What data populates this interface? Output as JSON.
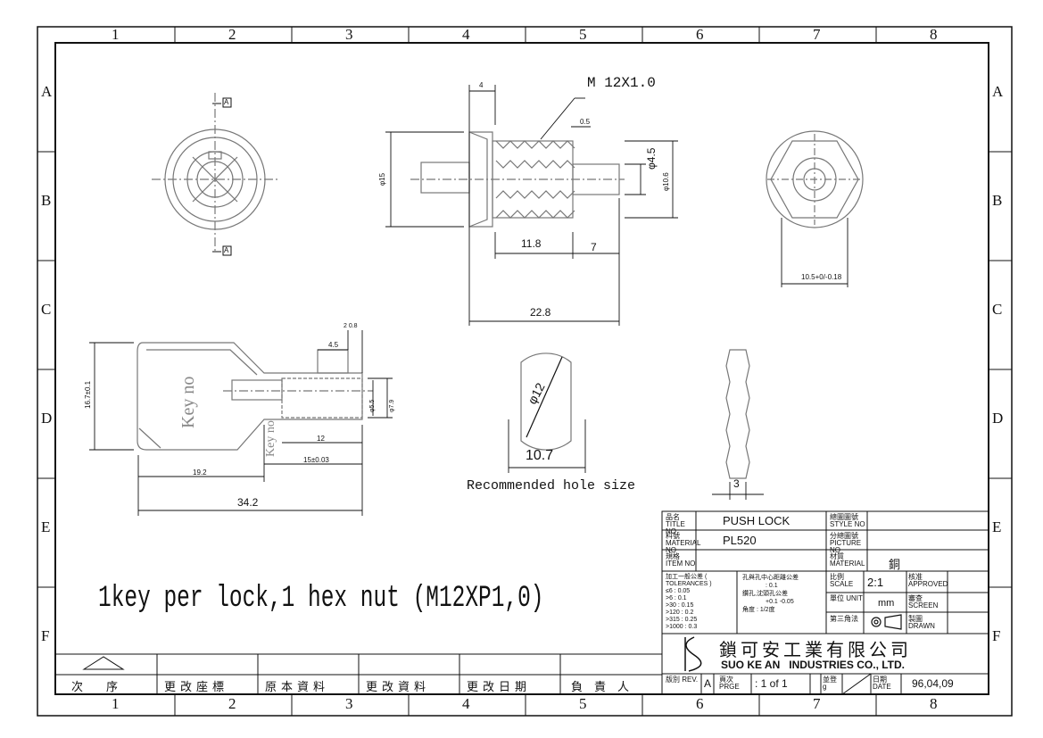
{
  "frame": {
    "col_markers": [
      "1",
      "2",
      "3",
      "4",
      "5",
      "6",
      "7",
      "8"
    ],
    "row_markers": [
      "A",
      "B",
      "C",
      "D",
      "E",
      "F"
    ]
  },
  "dimensions": {
    "thread": "M 12X1.0",
    "d4": "4",
    "d05": "0.5",
    "d45": "φ4.5",
    "d106": "φ10.6",
    "d15": "φ15",
    "d118": "11.8",
    "d7": "7",
    "d228": "22.8",
    "d105": "10.5+0/-0.18",
    "d12": "φ12",
    "d107": "10.7",
    "d3": "3",
    "k45": "4.5",
    "k24": "2 0.8",
    "k167": "16.7±0.1",
    "k12": "12",
    "k15": "15±0.03",
    "k192": "19.2",
    "k342": "34.2",
    "k55": "φ5.5",
    "k79": "φ7.9",
    "section_a": "A",
    "key_text": "Key no"
  },
  "notes": {
    "hole_caption": "Recommended hole size",
    "package_note": "1key per lock,1 hex nut (M12XP1,0)"
  },
  "title_block": {
    "title_label": "品名 TITLE NO",
    "title_value": "PUSH LOCK",
    "material_no_label": "料號 MATERIAL NO",
    "material_no_value": "PL520",
    "item_label": "規格 ITEM NO",
    "style_label": "總圖圖號 STYLE NO",
    "picture_label": "分總圖號 PICTURE NO",
    "material_label": "材質 MATERIAL",
    "material_value": "銅",
    "tolerance_title": "加工一般公差 ( TOLERANCES )",
    "tolerance_rows": [
      "≤6 : 0.05",
      ">6 : 0.1",
      ">30 : 0.15",
      ">120 : 0.2",
      ">315 : 0.25",
      ">1000 : 0.3"
    ],
    "hole_tol_title": "孔與孔中心距離公差",
    "hole_tol_value": ": 0.1",
    "bore_tol_title": "鑽孔,沈頭孔公差",
    "bore_tol_value": "+0.1 -0.05",
    "angle_tol": "角度 : 1/2度",
    "scale_label": "比例 SCALE",
    "scale_value": "2:1",
    "unit_label": "單位 UNIT",
    "unit_value": "mm",
    "projection_label": "第三角法",
    "approved_label": "核准 APPROVED",
    "screen_label": "審查 SCREEN",
    "drawn_label": "製圖 DRAWN",
    "company_cn": "鎖可安工業有限公司",
    "company_en": "SUO KE AN   INDUSTRIES CO., LTD.",
    "rev_label": "版別 REV.",
    "rev_value": "A",
    "page_label": "頁次 PRGE",
    "page_value": ": 1 of 1",
    "g_label": "並登 g",
    "date_label": "日期 DATE",
    "date_value": "96,04,09"
  },
  "revision_table": {
    "headers": [
      "次　　序",
      "更改座標",
      "原本資料",
      "更改資料",
      "更改日期",
      "負　責　人"
    ]
  }
}
